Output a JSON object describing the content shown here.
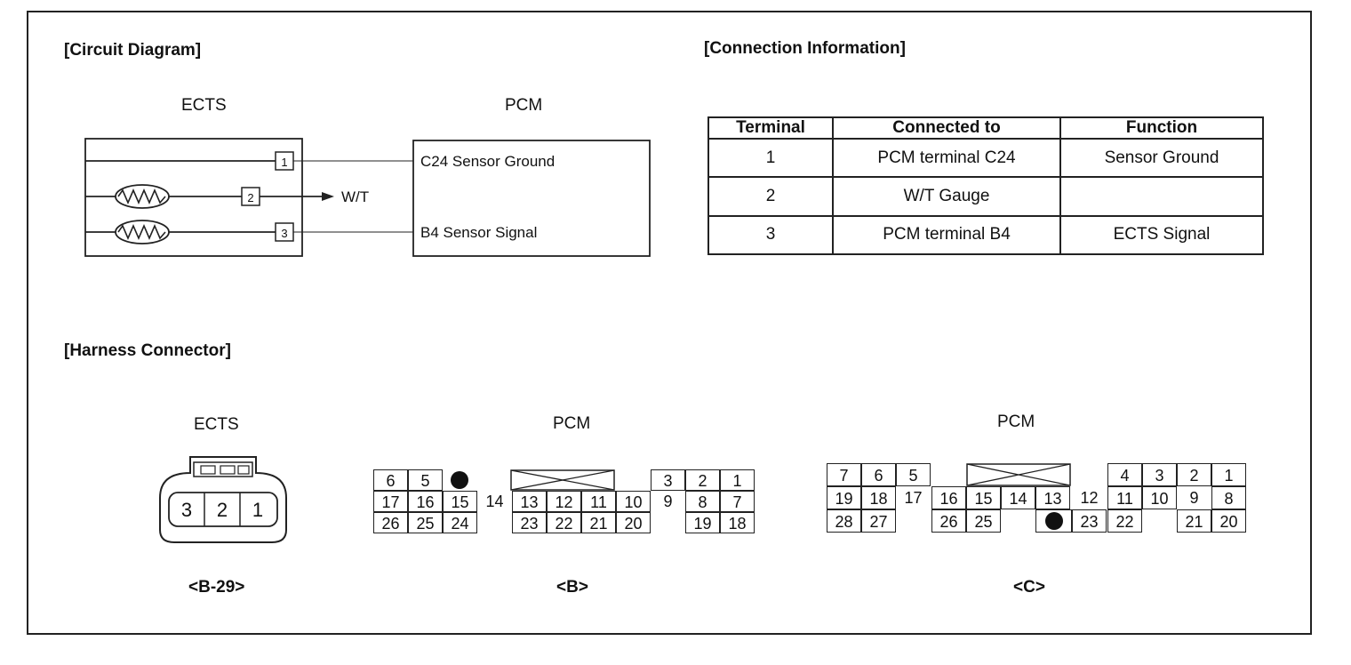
{
  "titles": {
    "circuit": "[Circuit Diagram]",
    "connection": "[Connection Information]",
    "harness": "[Harness Connector]"
  },
  "circuit": {
    "ects_label": "ECTS",
    "pcm_label": "PCM",
    "pins": [
      "1",
      "2",
      "3"
    ],
    "wt_label": "W/T",
    "pcm_lines": [
      "C24 Sensor Ground",
      "B4 Sensor Signal"
    ]
  },
  "connection_table": {
    "headers": [
      "Terminal",
      "Connected to",
      "Function"
    ],
    "rows": [
      [
        "1",
        "PCM terminal C24",
        "Sensor Ground"
      ],
      [
        "2",
        "W/T Gauge",
        ""
      ],
      [
        "3",
        "PCM terminal B4",
        "ECTS Signal"
      ]
    ]
  },
  "harness": {
    "ects": {
      "label": "ECTS",
      "pins": [
        "3",
        "2",
        "1"
      ],
      "code": "<B-29>"
    },
    "pcm_b": {
      "label": "PCM",
      "code": "<B>",
      "pins": [
        "6",
        "5",
        "3",
        "2",
        "1",
        "17",
        "16",
        "15",
        "14",
        "13",
        "12",
        "11",
        "10",
        "9",
        "8",
        "7",
        "26",
        "25",
        "24",
        "23",
        "22",
        "21",
        "20",
        "19",
        "18"
      ]
    },
    "pcm_c": {
      "label": "PCM",
      "code": "<C>",
      "pins": [
        "7",
        "6",
        "5",
        "4",
        "3",
        "2",
        "1",
        "19",
        "18",
        "17",
        "16",
        "15",
        "14",
        "13",
        "12",
        "11",
        "10",
        "9",
        "8",
        "28",
        "27",
        "26",
        "25",
        "23",
        "22",
        "21",
        "20"
      ]
    }
  }
}
